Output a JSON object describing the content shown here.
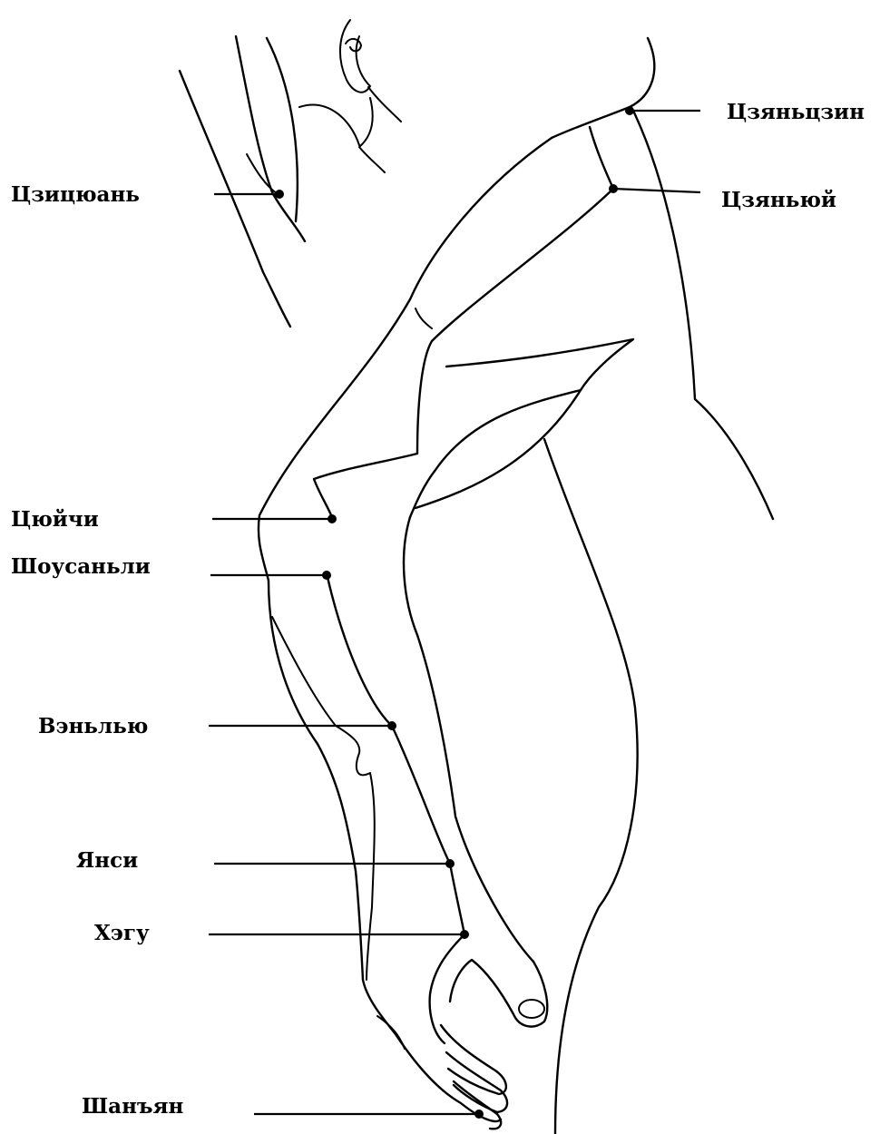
{
  "points": [
    {
      "id": "jianjing",
      "label": "Цзяньцзин"
    },
    {
      "id": "jianyu",
      "label": "Цзяньюй"
    },
    {
      "id": "jiquan",
      "label": "Цзицюань"
    },
    {
      "id": "quchi",
      "label": "Цюйчи"
    },
    {
      "id": "shousanli",
      "label": "Шоусаньли"
    },
    {
      "id": "wenliu",
      "label": "Вэньлью"
    },
    {
      "id": "yangxi",
      "label": "Янси"
    },
    {
      "id": "hegu",
      "label": "Хэгу"
    },
    {
      "id": "shangyang",
      "label": "Шанъян"
    }
  ]
}
